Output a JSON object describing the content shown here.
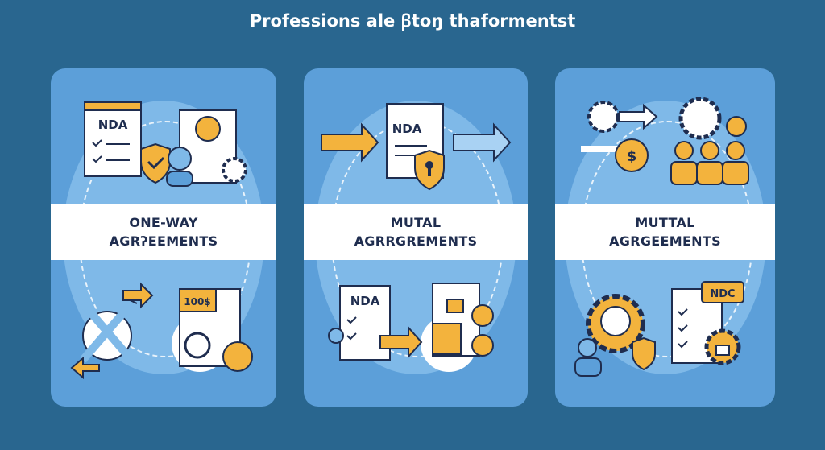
{
  "title": "Professions ale ꞵtoŋ thaformentst",
  "cards": [
    {
      "line1": "ONE-WAY",
      "line2": "AGRʔEEMENTS",
      "top_doc": "NDA",
      "bottom_doc": "100$"
    },
    {
      "line1": "MUTAL",
      "line2": "AGRRGREMENTS",
      "top_doc": "NDA",
      "bottom_doc": "NDA"
    },
    {
      "line1": "MUTTAL",
      "line2": "AGRGEEMENTS",
      "bottom_doc": "NDC"
    }
  ],
  "colors": {
    "background": "#29668f",
    "card": "#5c9fd9",
    "accent": "#f3b33d",
    "ink": "#1f2d4f"
  }
}
